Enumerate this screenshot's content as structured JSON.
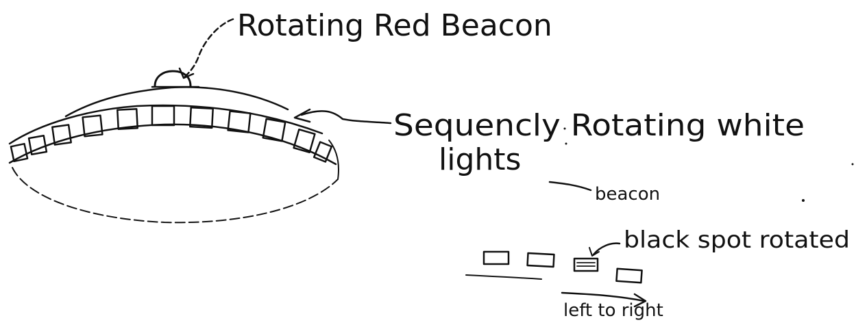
{
  "labels": {
    "beacon_callout": "Rotating Red Beacon",
    "lights_callout_line1": "Sequencly Rotating white",
    "lights_callout_line2": "lights",
    "beacon_small": "beacon",
    "black_spot": "black spot rotated",
    "direction": "left to right"
  },
  "colors": {
    "ink": "#111111",
    "paper": "#ffffff"
  }
}
